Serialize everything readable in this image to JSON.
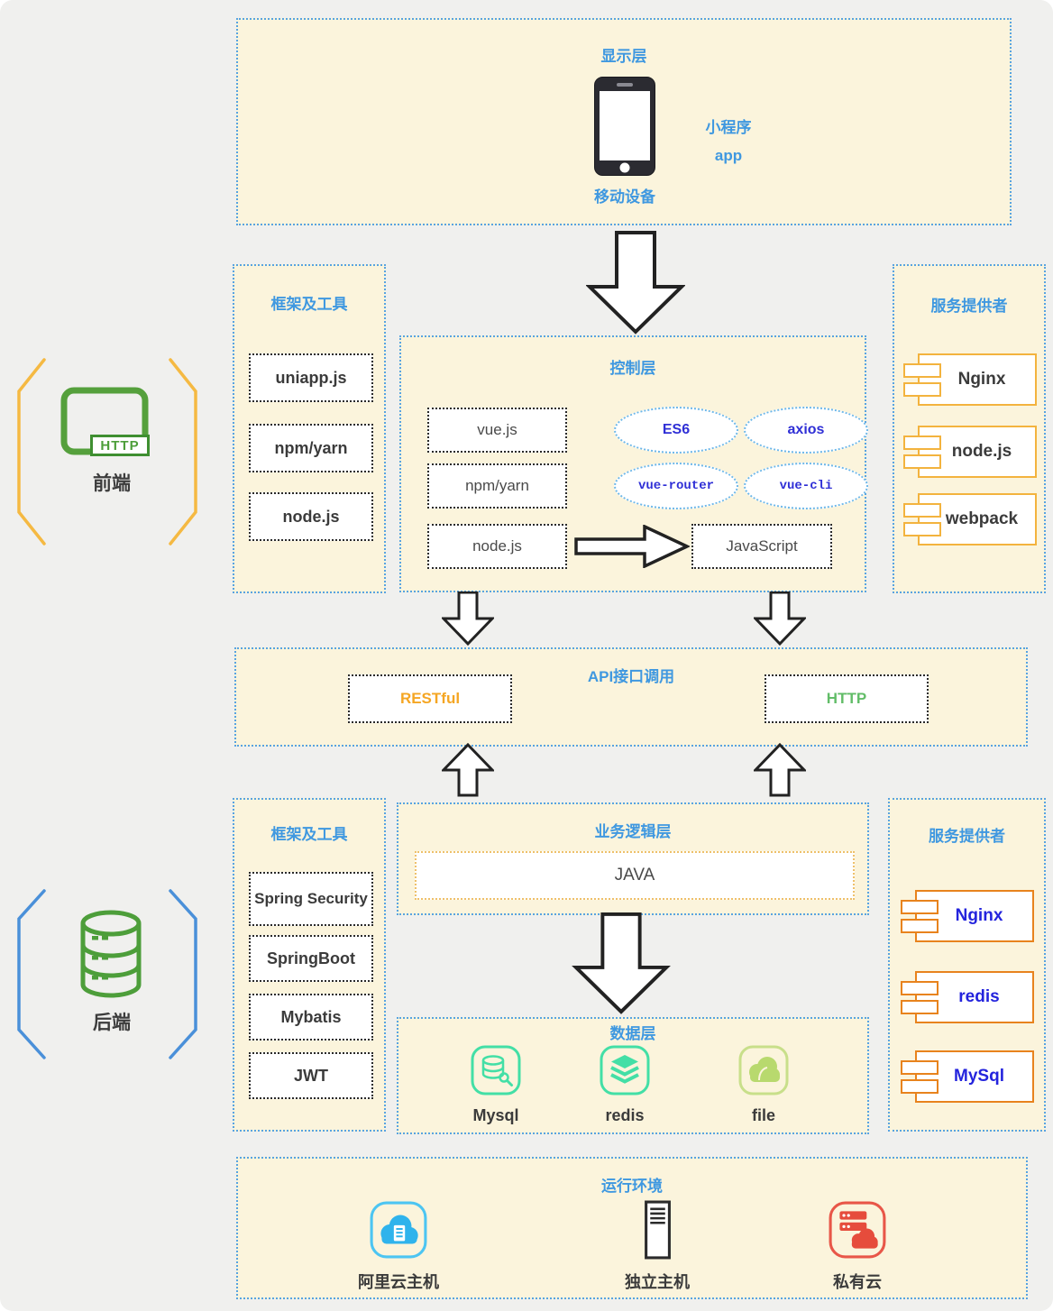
{
  "diagram": {
    "front_side": {
      "label": "前端",
      "icon_badge": "HTTP"
    },
    "back_side": {
      "label": "后端"
    },
    "display_layer": {
      "title": "显示层",
      "app_line1": "小程序",
      "app_line2": "app",
      "device": "移动设备"
    },
    "fe_tools": {
      "title": "框架及工具",
      "items": [
        "uniapp.js",
        "npm/yarn",
        "node.js"
      ]
    },
    "control_layer": {
      "title": "控制层",
      "stack": [
        "vue.js",
        "npm/yarn",
        "node.js"
      ],
      "ellipses": [
        "ES6",
        "axios",
        "vue-router",
        "vue-cli"
      ],
      "result": "JavaScript"
    },
    "sp_top": {
      "title": "服务提供者",
      "items": [
        "Nginx",
        "node.js",
        "webpack"
      ]
    },
    "api_band": {
      "title": "API接口调用",
      "protocols": [
        "RESTful",
        "HTTP"
      ]
    },
    "be_tools": {
      "title": "框架及工具",
      "items": [
        "Spring Security",
        "SpringBoot",
        "Mybatis",
        "JWT"
      ]
    },
    "business_layer": {
      "title": "业务逻辑层",
      "item": "JAVA"
    },
    "data_layer": {
      "title": "数据层",
      "items": [
        {
          "icon": "mysql-icon",
          "label": "Mysql"
        },
        {
          "icon": "redis-icon",
          "label": "redis"
        },
        {
          "icon": "file-icon",
          "label": "file"
        }
      ]
    },
    "sp_bottom": {
      "title": "服务提供者",
      "items": [
        "Nginx",
        "redis",
        "MySql"
      ]
    },
    "runtime": {
      "title": "运行环境",
      "items": [
        {
          "icon": "aliyun-cloud-icon",
          "label": "阿里云主机"
        },
        {
          "icon": "standalone-server-icon",
          "label": "独立主机"
        },
        {
          "icon": "private-cloud-icon",
          "label": "私有云"
        }
      ]
    }
  },
  "colors": {
    "panel_bg": "#fbf4dc",
    "panel_border": "#58a3e1",
    "title_blue": "#3f98e0",
    "item_border": "#2a2a2a",
    "item_text": "#3b3b3b",
    "ellipse_text": "#2f2fd6",
    "restful_orange": "#f5a623",
    "http_green": "#62bd68",
    "component_border_top": "#f3b33e",
    "component_border_bottom": "#e8831d",
    "component_text_bottom": "#2424dd",
    "front_bracket": "#f5b942",
    "back_bracket": "#4a90d9",
    "green_icon": "#55a03c",
    "java_border": "#eec06a",
    "mint_icon": "#43dfa6",
    "lime_icon": "#b8d96e",
    "aliyun_blue": "#2fb3ec",
    "private_red": "#e64c3c"
  }
}
